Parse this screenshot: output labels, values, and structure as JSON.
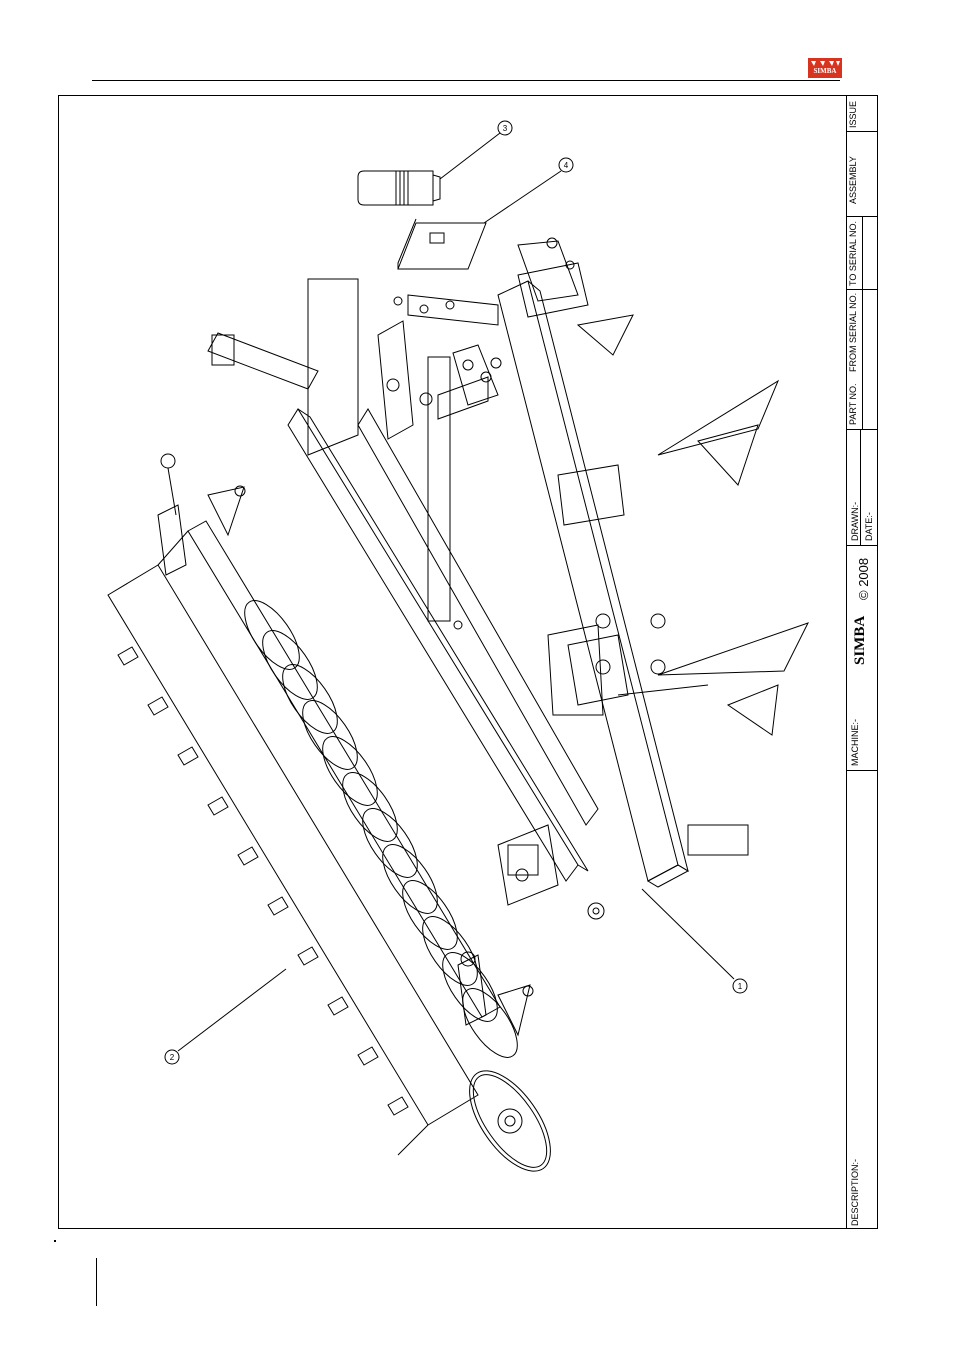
{
  "brand": {
    "logo_text": "SIMBA",
    "logo_color": "#d8331f"
  },
  "title_block": {
    "issue_label": "ISSUE",
    "assembly_label": "ASSEMBLY",
    "to_serial_label": "TO SERIAL NO.",
    "from_serial_label": "FROM SERIAL NO.",
    "part_no_label": "PART NO.",
    "drawn_label": "DRAWN:-",
    "date_label": "DATE:-",
    "simba_text": "SIMBA",
    "copyright": "© 2008",
    "machine_label": "MACHINE:-",
    "description_label": "DESCRIPTION:-"
  },
  "callouts": [
    "3",
    "4",
    "1",
    "2"
  ]
}
